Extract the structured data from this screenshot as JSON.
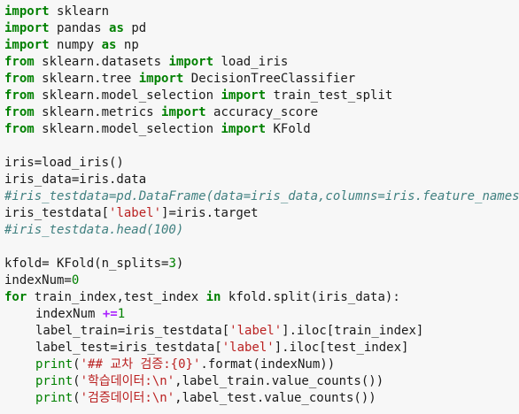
{
  "code": {
    "import_kw": "import",
    "from_kw": "from",
    "as_kw": "as",
    "for_kw": "for",
    "in_kw": "in",
    "l1_mod": "sklearn",
    "l2_mod": "pandas",
    "l2_alias": "pd",
    "l3_mod": "numpy",
    "l3_alias": "np",
    "l4_mod": "sklearn.datasets",
    "l4_name": "load_iris",
    "l5_mod": "sklearn.tree",
    "l5_name": "DecisionTreeClassifier",
    "l6_mod": "sklearn.model_selection",
    "l6_name": "train_test_split",
    "l7_mod": "sklearn.metrics",
    "l7_name": "accuracy_score",
    "l8_mod": "sklearn.model_selection",
    "l8_name": "KFold",
    "l10": "iris=load_iris()",
    "l11": "iris_data=iris.data",
    "l12_comment": "#iris_testdata=pd.DataFrame(data=iris_data,columns=iris.feature_names)",
    "l13_a": "iris_testdata[",
    "l13_str": "'label'",
    "l13_b": "]=iris.target",
    "l14_comment": "#iris_testdata.head(100)",
    "l16_a": "kfold= KFold(n_splits=",
    "l16_num": "3",
    "l16_b": ")",
    "l17_a": "indexNum=",
    "l17_num": "0",
    "l18_a": "train_index,test_index",
    "l18_b": "kfold.split(iris_data):",
    "l19_a": "indexNum ",
    "l19_op": "+=",
    "l19_num": "1",
    "l20_a": "label_train=iris_testdata[",
    "l20_str": "'label'",
    "l20_b": "].iloc[train_index]",
    "l21_a": "label_test=iris_testdata[",
    "l21_str": "'label'",
    "l21_b": "].iloc[test_index]",
    "print_kw": "print",
    "l22_a": "(",
    "l22_str": "'## 교차 검증:{0}'",
    "l22_b": ".format(indexNum))",
    "l23_a": "(",
    "l23_str": "'학습데이터:\\n'",
    "l23_b": ",label_train.value_counts())",
    "l24_a": "(",
    "l24_str": "'검증데이터:\\n'",
    "l24_b": ",label_test.value_counts())"
  }
}
